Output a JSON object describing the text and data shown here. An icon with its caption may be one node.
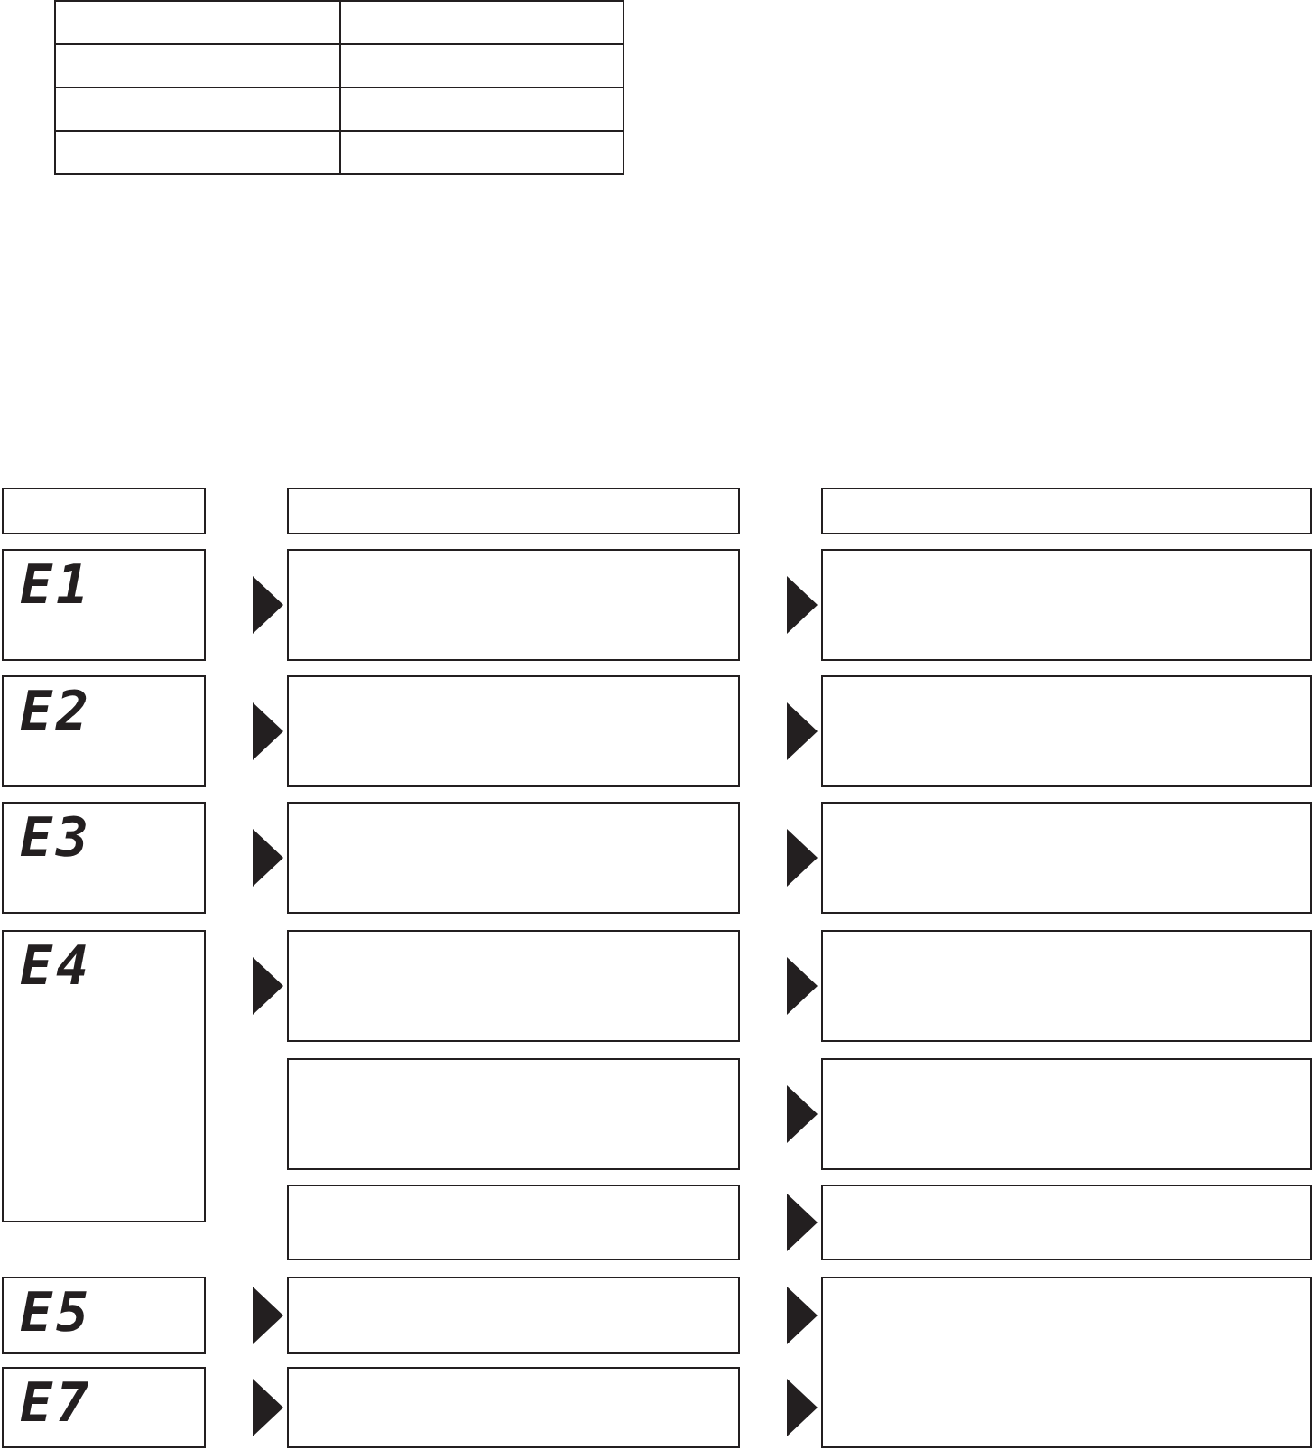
{
  "diagram": {
    "nodes": [
      {
        "text": [],
        "shape": "box"
      },
      {
        "text": [],
        "shape": "box"
      },
      {
        "text": [],
        "shape": "box"
      },
      {
        "text": [
          "E1"
        ]
      },
      {
        "text": [],
        "shape": "box"
      },
      {
        "text": [],
        "shape": "box"
      },
      {
        "text": [
          "E2"
        ]
      },
      {
        "text": [],
        "shape": "box"
      },
      {
        "text": [],
        "shape": "box"
      },
      {
        "text": [
          "E3"
        ]
      },
      {
        "text": [],
        "shape": "box"
      },
      {
        "text": [],
        "shape": "box"
      },
      {
        "text": [
          "E4"
        ]
      },
      {
        "text": [],
        "shape": "box"
      },
      {
        "text": [],
        "shape": "box"
      },
      {
        "text": [],
        "shape": "box"
      },
      {
        "text": [],
        "shape": "box"
      },
      {
        "text": [],
        "shape": "box"
      },
      {
        "text": [],
        "shape": "box"
      },
      {
        "text": [
          "E5"
        ]
      },
      {
        "text": [],
        "shape": "box"
      },
      {
        "text": [],
        "shape": "box"
      },
      {
        "text": [
          "E7"
        ]
      },
      {
        "text": [],
        "shape": "box"
      }
    ],
    "edges": [
      {
        "from": 3,
        "to": 4,
        "arrow": "to"
      },
      {
        "from": 4,
        "to": 5,
        "arrow": "to"
      },
      {
        "from": 6,
        "to": 7,
        "arrow": "to"
      },
      {
        "from": 7,
        "to": 8,
        "arrow": "to"
      },
      {
        "from": 9,
        "to": 10,
        "arrow": "to"
      },
      {
        "from": 10,
        "to": 11,
        "arrow": "to"
      },
      {
        "from": 12,
        "to": 13,
        "arrow": "to"
      },
      {
        "from": 13,
        "to": 14,
        "arrow": "to"
      },
      {
        "from": 15,
        "to": 16,
        "arrow": "to"
      },
      {
        "from": 17,
        "to": 18,
        "arrow": "to"
      },
      {
        "from": 19,
        "to": 20,
        "arrow": "to"
      },
      {
        "from": 20,
        "to": 21,
        "arrow": "to"
      },
      {
        "from": 22,
        "to": 23,
        "arrow": "to"
      },
      {
        "from": 23,
        "to": 21,
        "arrow": "to"
      }
    ]
  }
}
